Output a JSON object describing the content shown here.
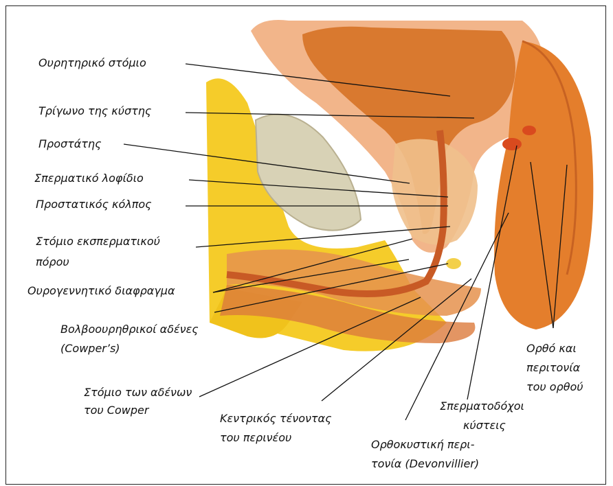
{
  "labels": {
    "urethral_orifice": "Ουρητηρικό στόμιο",
    "bladder_trigone": "Τρίγωνο της κύστης",
    "prostate": "Προστάτης",
    "seminal_colliculus": "Σπερματικό λοφίδιο",
    "prostatic_sinus": "Προστατικός κόλπος",
    "ejaculatory_orifice_1": "Στόμιο εκσπερματικού",
    "ejaculatory_orifice_2": "πόρου",
    "urogenital_diaphragm": "Ουρογεννητικό διαφραγμα",
    "bulbourethral_1": "Βολβοουρηθρικοί αδένες",
    "bulbourethral_2": "(Cowper’s)",
    "cowper_orifice_1": "Στόμιο των αδένων",
    "cowper_orifice_2": "του Cowper",
    "perineal_tendon_1": "Κεντρικός τένοντας",
    "perineal_tendon_2": "του περινέου",
    "rectovesical_1": "Ορθοκυστική περι-",
    "rectovesical_2": "τονία (Devonvillier)",
    "seminal_vesicles_1": "Σπερματοδόχοι",
    "seminal_vesicles_2": "κύστεις",
    "rectum_1": "Ορθό και",
    "rectum_2": "περιτονία",
    "rectum_3": "του ορθού"
  },
  "colors": {
    "bladder_wall": "#f2b58a",
    "bladder_lumen": "#d9792f",
    "fat": "#f5cc2a",
    "bone": "#d8d2b6",
    "muscle": "#e5924e",
    "rectum": "#e47e2c",
    "leader_line": "#111111"
  }
}
